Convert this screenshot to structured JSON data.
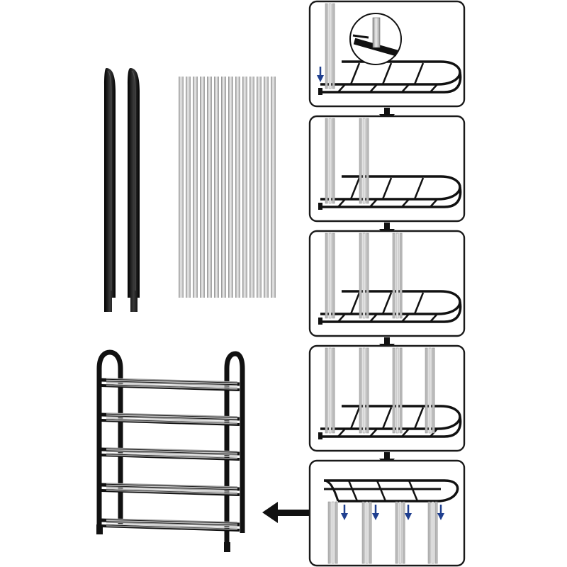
{
  "colors": {
    "frame": "#111111",
    "rod_light": "#e2e2e2",
    "rod_mid": "#b9b9b9",
    "rod_dark": "#8d8d8d",
    "arrow_blue": "#1f3f8f",
    "panel_border": "#1a1a1a"
  },
  "parts": {
    "side_frame_count": 2,
    "rod_count": 14
  },
  "assembled_rack": {
    "tiers": 5
  },
  "steps": [
    {
      "step": 1,
      "rods_attached": 1,
      "detail_inset": true,
      "down_arrows": 1
    },
    {
      "step": 2,
      "rods_attached": 2,
      "detail_inset": false,
      "down_arrows": 0
    },
    {
      "step": 3,
      "rods_attached": 3,
      "detail_inset": false,
      "down_arrows": 0
    },
    {
      "step": 4,
      "rods_attached": 4,
      "detail_inset": false,
      "down_arrows": 0
    },
    {
      "step": 5,
      "rods_attached": 4,
      "detail_inset": false,
      "down_arrows": 4,
      "inverted": true
    }
  ],
  "flow_arrows": {
    "between_steps": "down",
    "to_result": "left"
  }
}
